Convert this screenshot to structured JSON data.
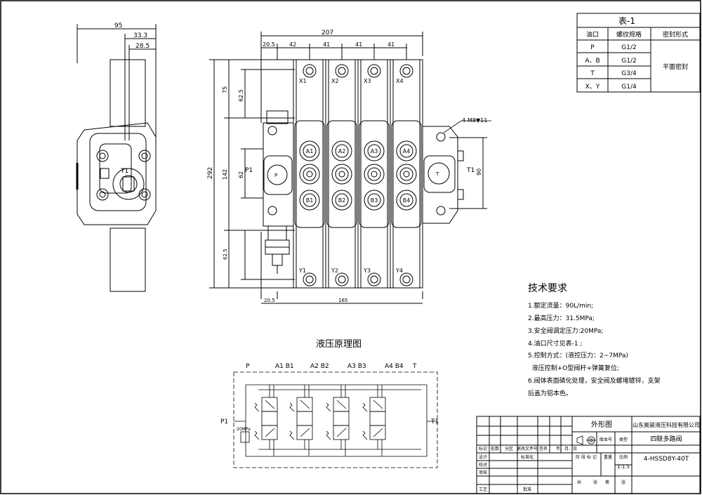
{
  "dims": {
    "side_width": "95",
    "side_33": "33.3",
    "side_28": "28.5",
    "front_width": "207",
    "front_205": "20.5",
    "front_42": "42",
    "front_41a": "41",
    "front_41b": "41",
    "front_41c": "41",
    "height_292": "292",
    "height_75": "75",
    "height_625a": "62.5",
    "height_142": "142",
    "height_62": "62",
    "height_625b": "62.5",
    "right_90": "90",
    "bottom_205": "20.5",
    "bottom_165": "165",
    "thread_note": "4-M8▼11"
  },
  "ports": {
    "P1": "P1",
    "T1": "T1",
    "T1_side": "T1",
    "P_label": "P",
    "T_label": "T",
    "X": [
      "X1",
      "X2",
      "X3",
      "X4"
    ],
    "Y": [
      "Y1",
      "Y2",
      "Y3",
      "Y4"
    ],
    "A": [
      "A1",
      "A2",
      "A3",
      "A4"
    ],
    "B": [
      "B1",
      "B2",
      "B3",
      "B4"
    ]
  },
  "port_table": {
    "title": "表-1",
    "headers": [
      "油口",
      "螺纹规格",
      "密封形式"
    ],
    "rows": [
      [
        "P",
        "G1/2"
      ],
      [
        "A、B",
        "G1/2"
      ],
      [
        "T",
        "G3/4"
      ],
      [
        "X、Y",
        "G1/4"
      ]
    ],
    "seal": "平面密封"
  },
  "tech": {
    "title": "技术要求",
    "lines": [
      "1.额定流量：90L/min;",
      "2.最高压力：31.5MPa;",
      "3.安全阀调定压力:20MPa;",
      "4.油口尺寸见表-1 ;",
      "5.控制方式：(液控压力：2~7MPa)",
      "  液压控制+O型阀杆+弹簧复位;",
      "6.阀体表面磷化处理，安全阀及螺堵镀锌，支架",
      "后盖为铝本色。"
    ]
  },
  "schematic": {
    "title": "液压原理图",
    "top_labels": [
      "P",
      "A1 B1",
      "A2 B2",
      "A3 B3",
      "A4 B4",
      "T"
    ],
    "left": "P1",
    "right": "T1",
    "relief": "20MPa"
  },
  "title_block": {
    "drawing_name": "外形图",
    "company": "山东奥骏液压科技有限公司",
    "product": "四联多路阀",
    "model": "4-HSSD8Y-40T",
    "scale": "1:1.5",
    "labels": {
      "mark": "标记",
      "count": "处数",
      "zone": "分区",
      "change_doc": "更改文件号",
      "sign": "签名",
      "date": "年、月、日",
      "design": "设计",
      "standard": "标准化",
      "stage_mark": "阶 段 标 记",
      "weight": "重量",
      "scale_label": "比例",
      "check": "校对",
      "review": "审核",
      "process": "工艺",
      "approve": "批准",
      "total": "共",
      "sheet": "张",
      "page": "第",
      "ver_no": "版本号",
      "type": "类型"
    }
  }
}
